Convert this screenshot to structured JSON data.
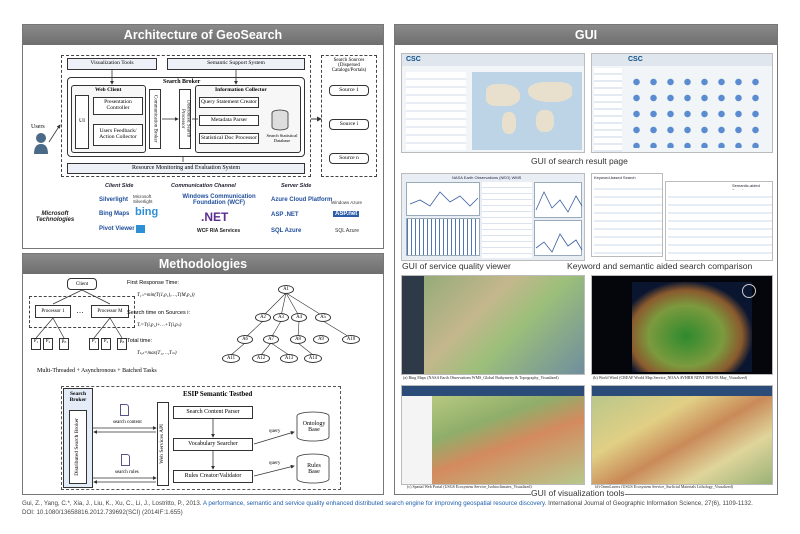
{
  "architecture": {
    "title": "Architecture of GeoSearch",
    "users": "Users",
    "visualization_tools": "Visualization Tools",
    "semantic_support": "Semantic Support System",
    "search_broker": "Search Broker",
    "web_client": "Web Client",
    "presentation_controller": "Presentation Controller",
    "ui": "UI",
    "users_feedback": "Users Feedback/ Action Collector",
    "communication_broker": "Communication Broker",
    "distributed_search_processor": "Distributed Search Processor",
    "information_collector": "Information Collector",
    "query_statement_creator": "Query Statement Creator",
    "metadata_parser": "Metadata Parser",
    "statistical_doc_processor": "Statistical Doc Processor",
    "search_statistical_database": "Search Statistical Database",
    "resource_monitoring": "Resource Monitoring and Evaluation System",
    "search_sources_title": "Search Sources (Dispersed Catalogs/Portals)",
    "source1": "Source 1",
    "source_i": "Source i",
    "source_n": "Source n",
    "client_side": "Client Side",
    "communication_channel": "Communication Channel",
    "server_side": "Server Side",
    "microsoft_technologies": "Microsoft Technologies",
    "silverlight": "Silverlight",
    "bing_maps": "Bing Maps",
    "pivot_viewer": "Pivot Viewer",
    "wcf": "Windows Communication Foundation (WCF)",
    "wcf_ria": "WCF RIA Services",
    "azure_platform": "Azure Cloud Platform",
    "asp_net": "ASP .NET",
    "sql_azure": "SQL Azure",
    "logo_silverlight": "Microsoft Silverlight",
    "logo_bing": "bing",
    "logo_net": ".NET",
    "logo_azure": "Windows Azure",
    "logo_asp": "ASP.net",
    "logo_sqlazure": "SQL Azure"
  },
  "methodologies": {
    "title": "Methodologies",
    "client": "Client",
    "processor1": "Processor 1",
    "processorM": "Processor M",
    "ellipsis": "…",
    "p1": "P₁",
    "p2": "P₂",
    "pn": "Pₙ",
    "multi_threaded": "Multi-Threaded + Asynchronous + Batched Tasks",
    "first_response": "First Response Time:",
    "first_formula": "T₁ₙ=min(T(1,p₁),…,T(M,p₁))",
    "search_time": "Search time on Sources i:",
    "search_formula": "Tᵢ=T(i,p₁)+…+T(i,pₙ)",
    "total_time": "Total time:",
    "total_formula": "Tₜₒₜ=max(T₁,…,Tₘ)",
    "tree_nodes": [
      "A1",
      "A2",
      "A3",
      "A4",
      "A5",
      "A6",
      "A7",
      "A8",
      "A9",
      "A10",
      "A11",
      "A12",
      "A13",
      "A14"
    ],
    "esip_title": "ESIP Semantic Testbed",
    "search_broker": "Search Broker",
    "distributed_search_broker": "Distributed Search Broker",
    "web_services_api": "Web Services API",
    "search_content_parser": "Search Content Parser",
    "vocabulary_searcher": "Vocabulary Searcher",
    "rules_creator": "Rules Creator/Validator",
    "ontology_base": "Ontology Base",
    "rules_base": "Rules Base",
    "search_content": "search content",
    "search_rules": "search rules",
    "query1": "query",
    "query2": "query"
  },
  "gui": {
    "title": "GUI",
    "cap_search_result": "GUI of search result page",
    "cap_quality": "GUI of service quality viewer",
    "cap_keyword": "Keyword and semantic aided search comparison",
    "cap_visualization": "GUI of visualization tools",
    "map_a": "(a) Bing Maps (NASA Earth Observations WMS_Global Bathymetry & Topography_Visualized)",
    "map_b": "(b) World Wind (CREAF World Map Service_NOAA AVHRR NDVI 1992-93 May_Visualized)",
    "map_c": "(c) Spatial Web Portal (USGS Ecosystem Service_Isobioclimates_Visualized)",
    "map_d": "(d) OpenLayers (USGS Ecosystem Service_Surficial Materials Lithology_Visualized)",
    "csc_label": "CSC",
    "qv_title": "NASA Earth Observations (NEO) WMS",
    "kw_label1": "Keyword-based Search",
    "kw_label2": "Semantic-aided Search"
  },
  "citation": {
    "text": "Gui, Z., Yang, C.*, Xia, J., Liu, K., Xu, C., Li, J., Lostritto, P., 2013. ",
    "link": "A performance, semantic and service quality enhanced distributed search engine for improving geospatial resource discovery",
    "rest": ". International Journal of Geographic Information Science, 27(6), 1109-1132.",
    "doi": "DOI: 10.1080/13658816.2012.739692(SCI) (2014IF:1.655)"
  },
  "colors": {
    "header": "#7a7a7a",
    "link": "#1f5fad",
    "bing": "#2d8fd5"
  }
}
